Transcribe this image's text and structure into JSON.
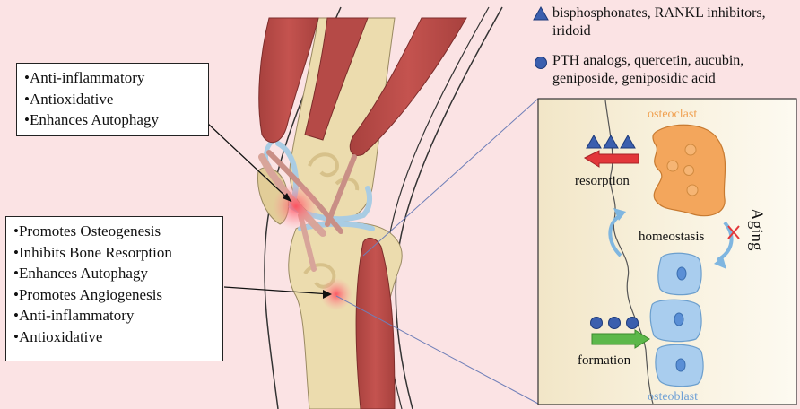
{
  "legend": {
    "triangle_line1": "bisphosphonates, RANKL inhibitors,",
    "triangle_line2": "iridoid",
    "circle_line1": "PTH analogs, quercetin, aucubin,",
    "circle_line2": "geniposide, geniposidic acid"
  },
  "box_top": {
    "items": [
      "•Anti-inflammatory",
      "•Antioxidative",
      "•Enhances Autophagy"
    ]
  },
  "box_bottom": {
    "items": [
      "•Promotes Osteogenesis",
      "•Inhibits Bone Resorption",
      "•Enhances Autophagy",
      "•Promotes Angiogenesis",
      "•Anti-inflammatory",
      "•Antioxidative"
    ]
  },
  "inset": {
    "osteoclast": "osteoclast",
    "resorption": "resorption",
    "homeostasis": "homeostasis",
    "aging": "Aging",
    "formation": "formation",
    "osteoblast": "osteoblast"
  },
  "colors": {
    "background": "#fbe3e4",
    "muscle": "#c0504d",
    "bone": "#ecdcae",
    "cartilage": "#a9cce3",
    "marker_blue": "#3b5fae",
    "osteoclast": "#f3a65c",
    "osteoblast": "#a9cdee",
    "resorption_arrow": "#e2373a",
    "formation_arrow": "#5cb84a"
  }
}
